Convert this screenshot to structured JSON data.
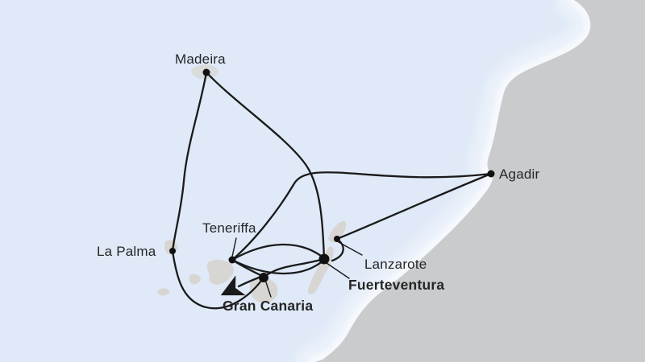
{
  "map": {
    "description_labels": {
      "madeira": "Madeira",
      "la_palma": "La Palma",
      "teneriffa": "Teneriffa",
      "gran_canaria": "Gran Canaria",
      "fuerteventura": "Fuerteventura",
      "lanzarote": "Lanzarote",
      "agadir": "Agadir"
    },
    "emphasized_ports": [
      "Gran Canaria",
      "Fuerteventura"
    ],
    "colors": {
      "sea": "#dfe9f7",
      "land": "#c9cbcd",
      "island": "#d8d6d2",
      "coast_glow": "#ffffff",
      "route_line": "#1a1a1a",
      "label_text": "#262626"
    }
  }
}
